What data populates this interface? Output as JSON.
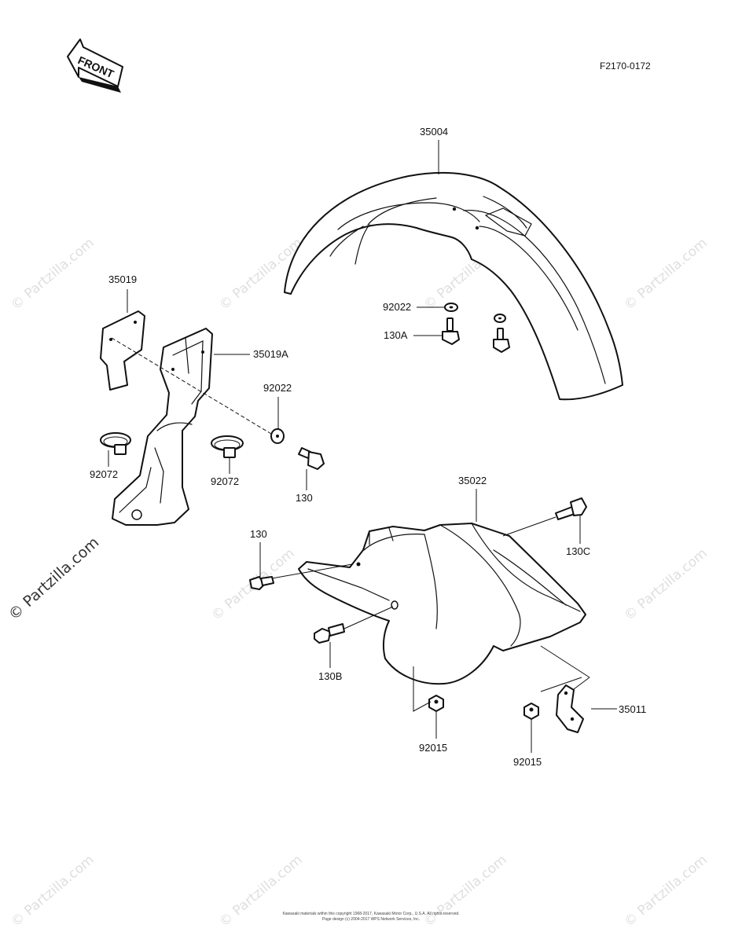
{
  "diagram": {
    "figure_code": "F2170-0172",
    "front_arrow_label": "FRONT",
    "watermark_text": "© Partzilla.com",
    "copyright_lines": [
      "Kawasaki materials within this copyright 1968-2017, Kawasaki Motor Corp., U.S.A.  All rights reserved.",
      "Page design (c) 2004-2017 WPS Network Services, Inc."
    ],
    "part_labels": {
      "p35004": "35004",
      "p35019": "35019",
      "p35019A": "35019A",
      "p92022_top": "92022",
      "p130A": "130A",
      "p92022_mid": "92022",
      "p130_mid": "130",
      "p92072_left": "92072",
      "p92072_right": "92072",
      "p35022": "35022",
      "p130_rear": "130",
      "p130C": "130C",
      "p130B": "130B",
      "p35011": "35011",
      "p92015_left": "92015",
      "p92015_right": "92015"
    }
  }
}
